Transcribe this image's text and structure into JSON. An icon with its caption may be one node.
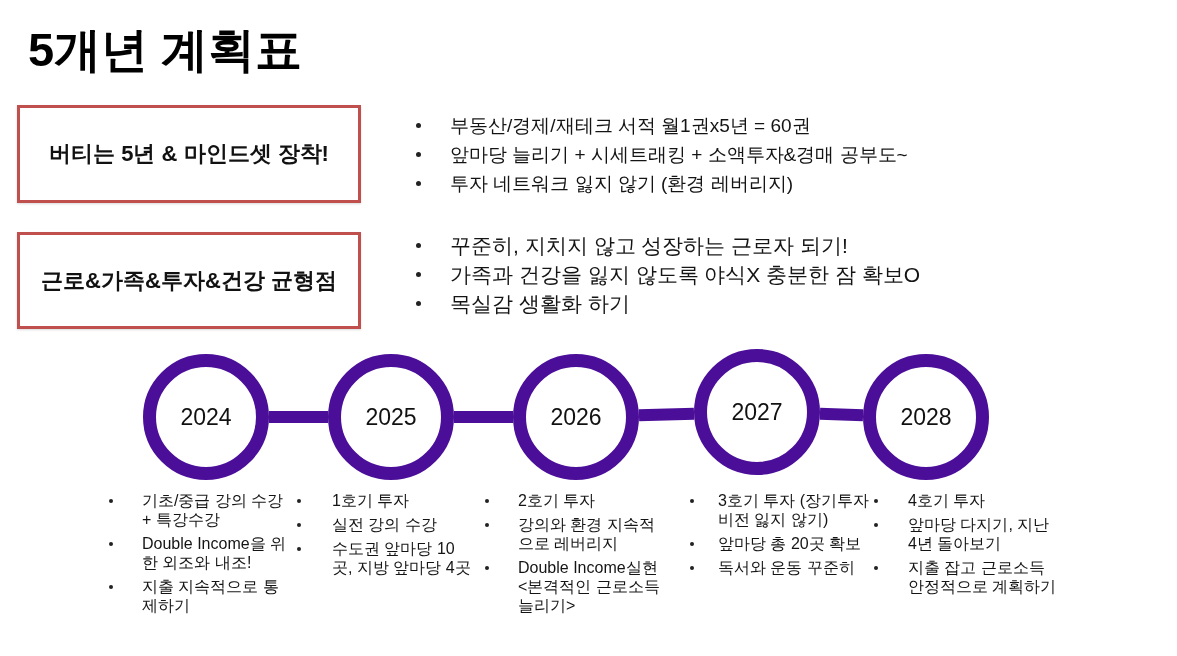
{
  "diagram": {
    "title": "5개년 계획표",
    "nodes": [
      {
        "text": [
          "버티는 5년 & 마인드셋 장착!"
        ],
        "beside": [
          "부동산/경제/재테크 서적 월1권x5년 = 60권",
          "앞마당 늘리기 + 시세트래킹 + 소액투자&경매 공부도~",
          "투자 네트워크 잃지 않기 (환경 레버리지)"
        ]
      },
      {
        "text": [
          "근로&가족&투자&건강 균형점"
        ],
        "beside": [
          "꾸준히, 지치지 않고 성장하는 근로자 되기!",
          "가족과 건강을 잃지 않도록 야식X 충분한 잠 확보O",
          "목실감 생활화 하기"
        ]
      },
      {
        "text": [
          "2024"
        ],
        "beside": [
          "기초/중급 강의 수강 + 특강수강",
          "Double Income을 위한 외조와 내조!",
          "지출 지속적으로 통제하기"
        ]
      },
      {
        "text": [
          "2025"
        ],
        "beside": [
          "1호기 투자",
          "실전 강의 수강",
          "수도권 앞마당 10곳, 지방 앞마당 4곳"
        ]
      },
      {
        "text": [
          "2026"
        ],
        "beside": [
          "2호기 투자",
          "강의와 환경 지속적으로 레버리지",
          "Double Income실현 <본격적인 근로소득 늘리기>"
        ]
      },
      {
        "text": [
          "2027"
        ],
        "beside": [
          "3호기 투자 (장기투자 비전 잃지 않기)",
          "앞마당 총 20곳 확보",
          "독서와 운동 꾸준히"
        ]
      },
      {
        "text": [
          "2028"
        ],
        "beside": [
          "4호기 투자",
          "앞마당 다지기, 지난 4년 돌아보기",
          "지출 잡고 근로소득 안정적으로 계획하기"
        ]
      }
    ],
    "edges": [
      {
        "from": 2,
        "to": 3,
        "arrow": "none"
      },
      {
        "from": 3,
        "to": 4,
        "arrow": "none"
      },
      {
        "from": 4,
        "to": 5,
        "arrow": "none"
      },
      {
        "from": 5,
        "to": 6,
        "arrow": "none"
      }
    ]
  }
}
